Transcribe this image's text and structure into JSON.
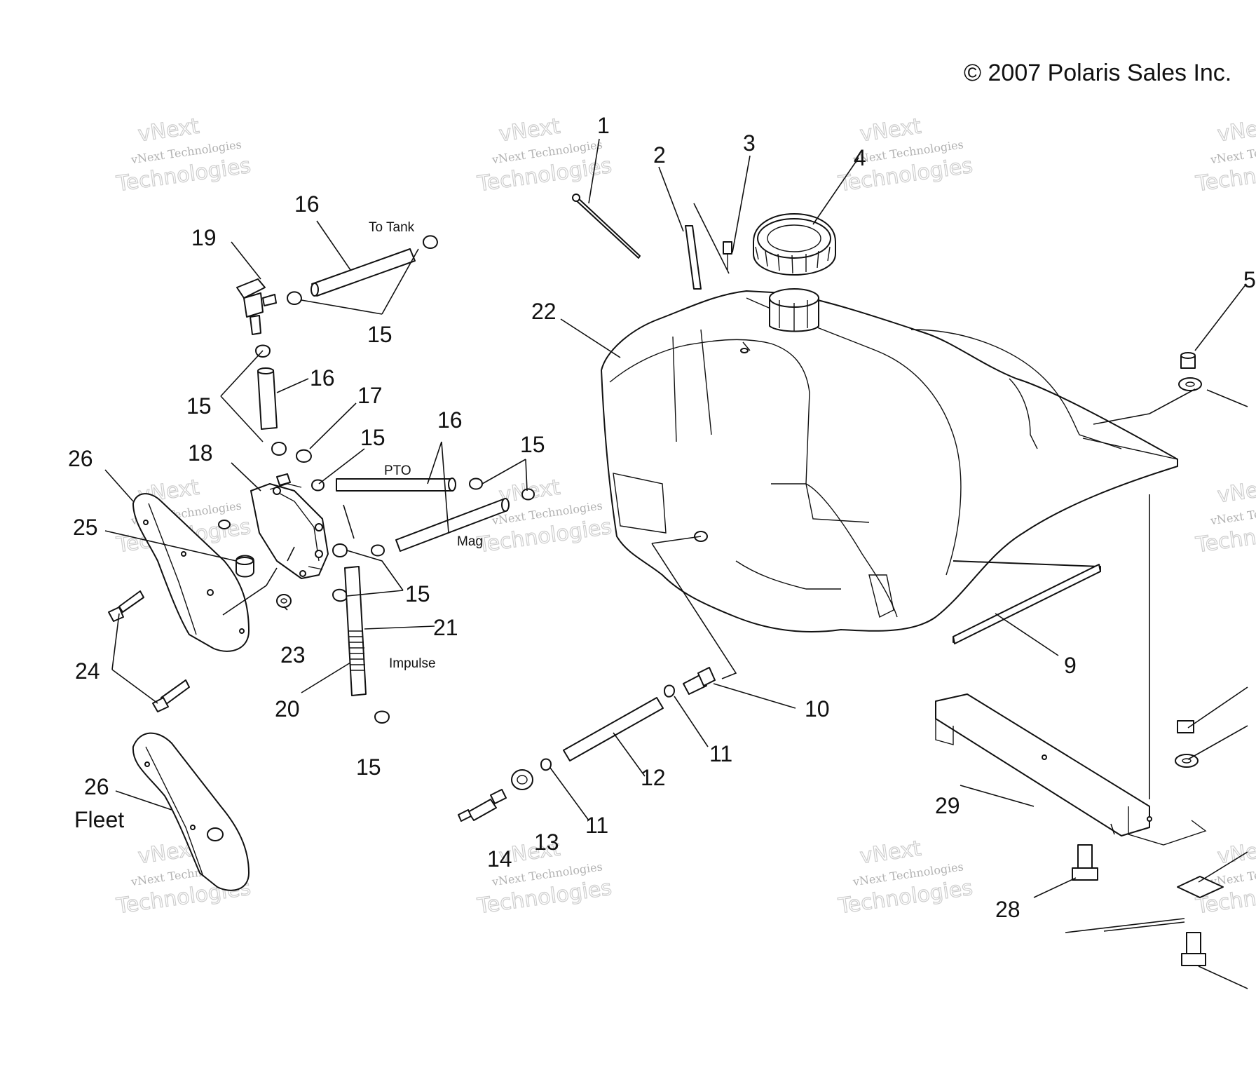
{
  "diagram": {
    "copyright": "© 2007 Polaris Sales Inc.",
    "watermark": {
      "line1": "vNext Technologies",
      "line2": "Technologies",
      "line3": "vNext"
    },
    "labels": {
      "to_tank": "To Tank",
      "pto": "PTO",
      "mag": "Mag",
      "impulse": "Impulse",
      "fleet": "Fleet"
    },
    "callouts": [
      {
        "id": "c1",
        "text": "1"
      },
      {
        "id": "c2",
        "text": "2"
      },
      {
        "id": "c3",
        "text": "3"
      },
      {
        "id": "c4",
        "text": "4"
      },
      {
        "id": "c5",
        "text": "5"
      },
      {
        "id": "c9",
        "text": "9"
      },
      {
        "id": "c10",
        "text": "10"
      },
      {
        "id": "c11a",
        "text": "11"
      },
      {
        "id": "c11b",
        "text": "11"
      },
      {
        "id": "c12",
        "text": "12"
      },
      {
        "id": "c13",
        "text": "13"
      },
      {
        "id": "c14",
        "text": "14"
      },
      {
        "id": "c15a",
        "text": "15"
      },
      {
        "id": "c15b",
        "text": "15"
      },
      {
        "id": "c15c",
        "text": "15"
      },
      {
        "id": "c15d",
        "text": "15"
      },
      {
        "id": "c15e",
        "text": "15"
      },
      {
        "id": "c15f",
        "text": "15"
      },
      {
        "id": "c16a",
        "text": "16"
      },
      {
        "id": "c16b",
        "text": "16"
      },
      {
        "id": "c16c",
        "text": "16"
      },
      {
        "id": "c17",
        "text": "17"
      },
      {
        "id": "c18",
        "text": "18"
      },
      {
        "id": "c19",
        "text": "19"
      },
      {
        "id": "c20",
        "text": "20"
      },
      {
        "id": "c21",
        "text": "21"
      },
      {
        "id": "c22",
        "text": "22"
      },
      {
        "id": "c23",
        "text": "23"
      },
      {
        "id": "c24",
        "text": "24"
      },
      {
        "id": "c25",
        "text": "25"
      },
      {
        "id": "c26a",
        "text": "26"
      },
      {
        "id": "c26b",
        "text": "26"
      },
      {
        "id": "c28",
        "text": "28"
      },
      {
        "id": "c29",
        "text": "29"
      }
    ]
  }
}
